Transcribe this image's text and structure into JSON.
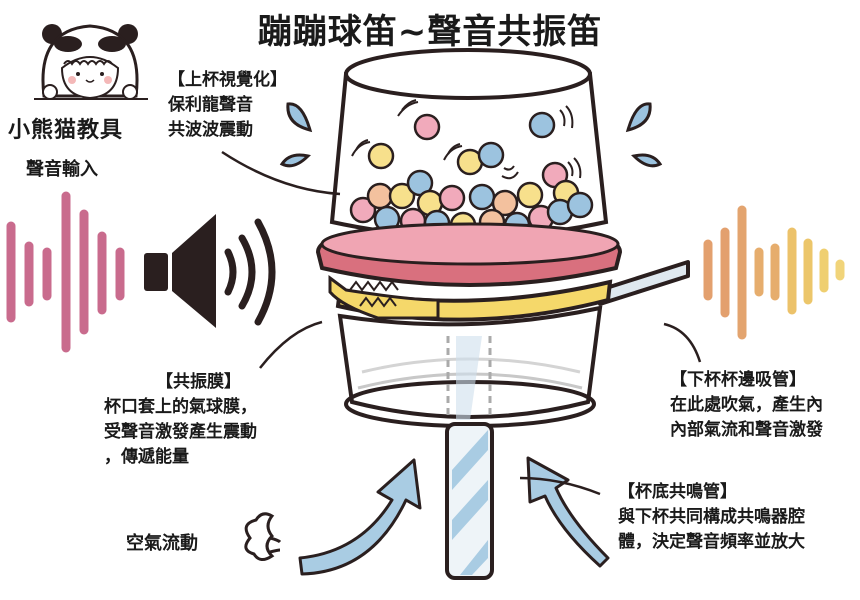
{
  "title": "蹦蹦球笛~聲音共振笛",
  "brand": {
    "name": "小熊猫教具",
    "mascot": "panda-hood-child"
  },
  "labels": {
    "sound_input": "聲音輸入",
    "air_flow": "空氣流動"
  },
  "callouts": [
    {
      "id": "upper-cup",
      "heading": "【上杯視覺化】",
      "lines": [
        "保利龍聲音",
        "共波波震動"
      ]
    },
    {
      "id": "membrane",
      "heading": "【共振膜】",
      "lines": [
        "杯口套上的氣球膜，",
        "受聲音激發產生震動",
        "，傳遞能量"
      ]
    },
    {
      "id": "side-straw",
      "heading": "【下杯杯邊吸管】",
      "lines": [
        "在此處吹氣，產生內",
        "內部氣流和聲音激發"
      ]
    },
    {
      "id": "bottom-tube",
      "heading": "【杯底共鳴管】",
      "lines": [
        "與下杯共同構成共鳴器腔",
        "體，決定聲音頻率並放大"
      ]
    }
  ],
  "colors": {
    "outline": "#2a1f1f",
    "membrane_pink": "#f0a5b3",
    "membrane_dark": "#d9707e",
    "band_yellow": "#f5d86a",
    "ball_pink": "#f1aabb",
    "ball_blue": "#9cc3df",
    "ball_yellow": "#f7e08c",
    "ball_peach": "#f3c19e",
    "arrow_blue": "#a9cce3",
    "wave_left": "#c96b8d",
    "wave_right": "#e3a46f"
  }
}
